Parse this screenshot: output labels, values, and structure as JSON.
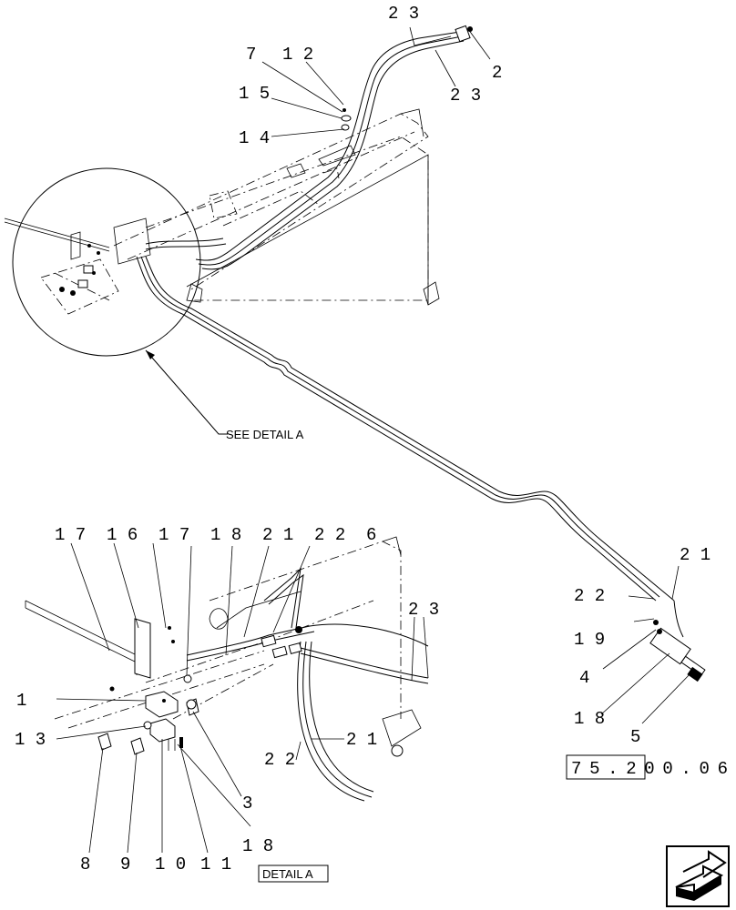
{
  "callouts_top": {
    "c23a": "2 3",
    "c7": "7",
    "c12": "1 2",
    "c2": "2",
    "c23b": "2 3",
    "c15": "1 5",
    "c14": "1 4"
  },
  "callouts_right": {
    "c21": "2 1",
    "c22": "2 2",
    "c19": "1 9",
    "c4": "4",
    "c18": "1 8",
    "c5": "5"
  },
  "callouts_detail": {
    "top": "1 7  1 6  1 7  1 8  2 1  2 2  6",
    "c23": "2 3",
    "c1": "1",
    "c13": "1 3",
    "c22": "2 2",
    "c21": "2 1",
    "c3": "3",
    "c18": "1 8",
    "c8": "8",
    "c9": "9",
    "c10": "1 0",
    "c11": "1 1"
  },
  "see_detail_label": "SEE DETAIL A",
  "detail_label": "DETAIL A",
  "reference_number": "75.200.06"
}
